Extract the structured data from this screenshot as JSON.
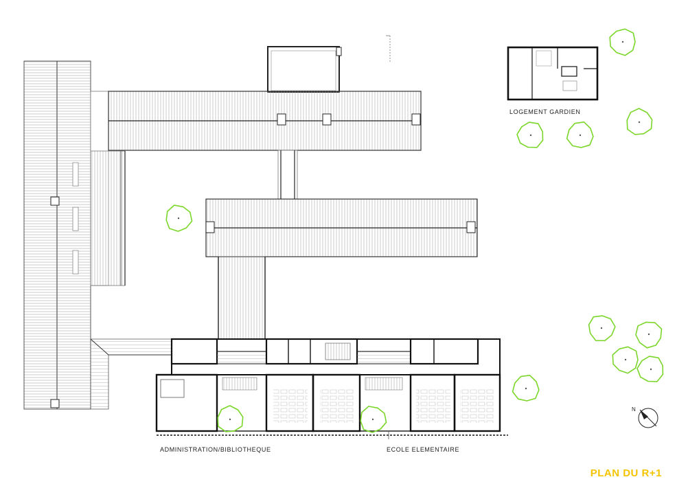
{
  "drawing": {
    "title": "PLAN DU R+1",
    "title_color": "#f5c400",
    "labels": {
      "guard_house": "LOGEMENT GARDIEN",
      "admin": "ADMINISTRATION/BIBLIOTHEQUE",
      "school": "ECOLE ELEMENTAIRE"
    },
    "north": "N",
    "colors": {
      "wall": "#111111",
      "roof_line": "#9a9a9a",
      "tree": "#7bd62a"
    }
  }
}
